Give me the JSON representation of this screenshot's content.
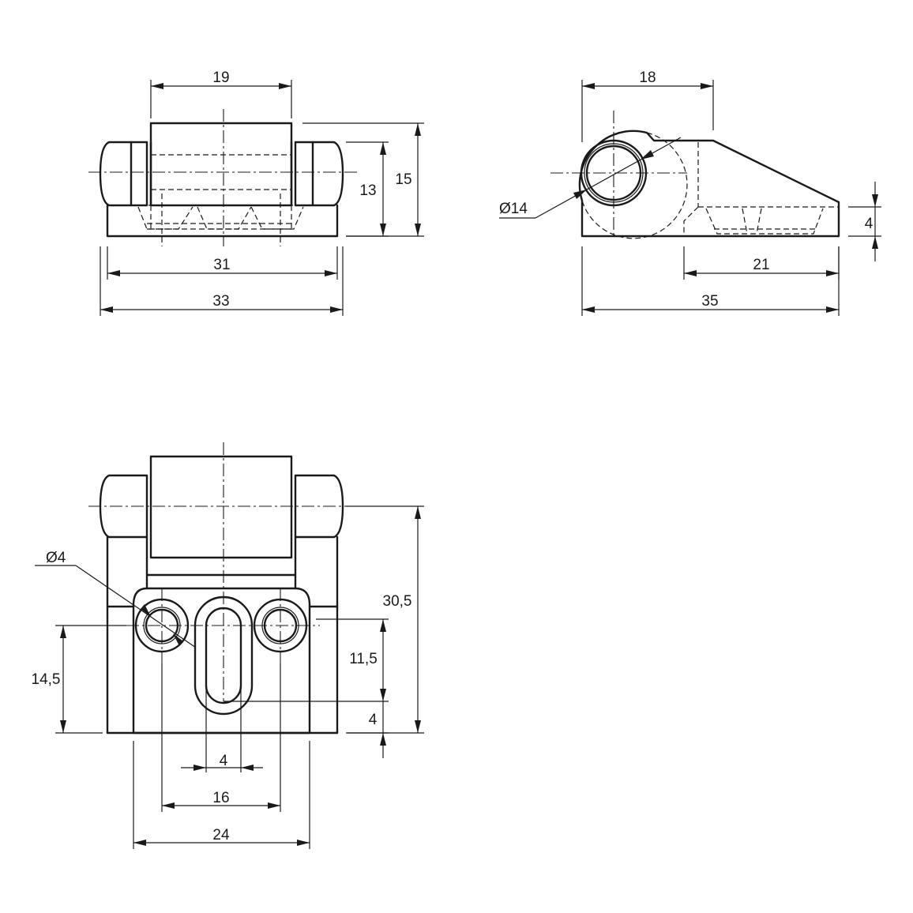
{
  "colors": {
    "line": "#1a1a1a",
    "background": "#ffffff"
  },
  "views": {
    "front": {
      "dim_top_width": "19",
      "dim_height_13": "13",
      "dim_height_15": "15",
      "dim_width_31": "31",
      "dim_width_33": "33"
    },
    "side": {
      "dim_top_width": "18",
      "dim_diameter": "Ø14",
      "dim_height_4": "4",
      "dim_width_21": "21",
      "dim_width_35": "35"
    },
    "top": {
      "dim_hole_diameter": "Ø4",
      "dim_total_length": "30,5",
      "dim_hole_offset": "14,5",
      "dim_slot_length": "11,5",
      "dim_slot_end": "4",
      "dim_slot_width": "4",
      "dim_hole_spacing": "16",
      "dim_base_width": "24"
    }
  }
}
